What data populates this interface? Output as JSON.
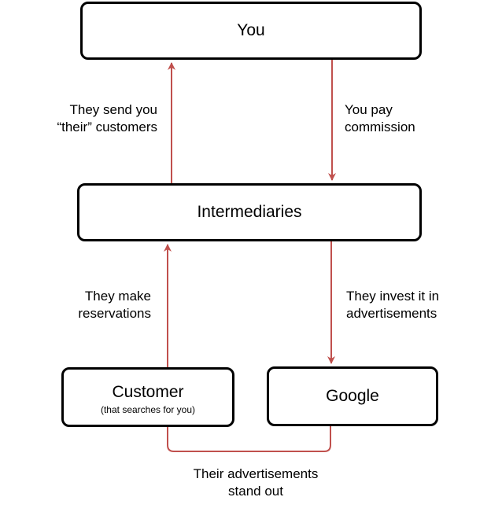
{
  "nodes": {
    "you": {
      "title": "You"
    },
    "intermediaries": {
      "title": "Intermediaries"
    },
    "customer": {
      "title": "Customer",
      "subtitle": "(that searches for you)"
    },
    "google": {
      "title": "Google"
    }
  },
  "edges": {
    "send": {
      "line1": "They send you",
      "line2": "“their” customers"
    },
    "pay": {
      "line1": "You pay",
      "line2": "commission"
    },
    "reservations": {
      "line1": "They make",
      "line2": "reservations"
    },
    "invest": {
      "line1": "They invest it in",
      "line2": "advertisements"
    },
    "standout": {
      "line1": "Their advertisements",
      "line2": "stand out"
    }
  },
  "colors": {
    "connector": "#c0504d",
    "box_border": "#000000"
  }
}
